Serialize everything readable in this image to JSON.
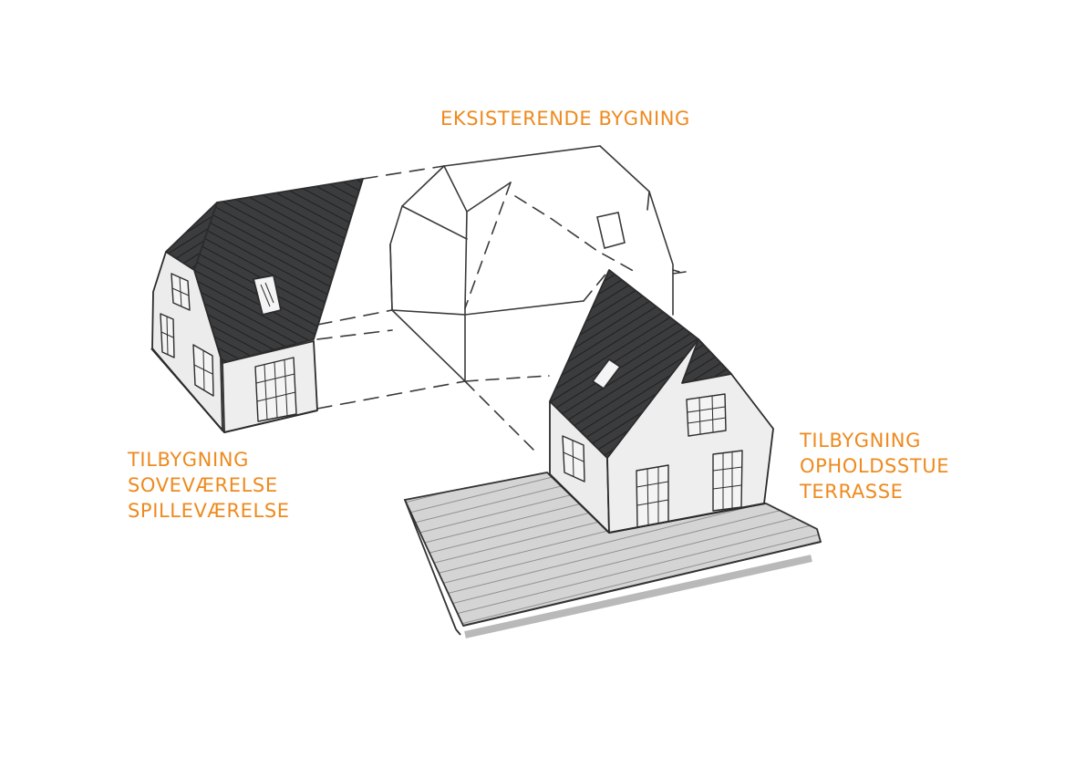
{
  "labels": {
    "existing_building": "EKSISTERENDE BYGNING",
    "left_extension": {
      "line1": "TILBYGNING",
      "line2": "SOVEVÆRELSE",
      "line3": "SPILLEVÆRELSE"
    },
    "right_extension": {
      "line1": "TILBYGNING",
      "line2": "OPHOLDSSTUE",
      "line3": "TERRASSE"
    }
  },
  "colors": {
    "label": "#ee8a1e",
    "roof": "#3b3c3e",
    "wall": "#eeeeee",
    "terrace": "#d2d2d2",
    "line": "#2f2f2f"
  }
}
